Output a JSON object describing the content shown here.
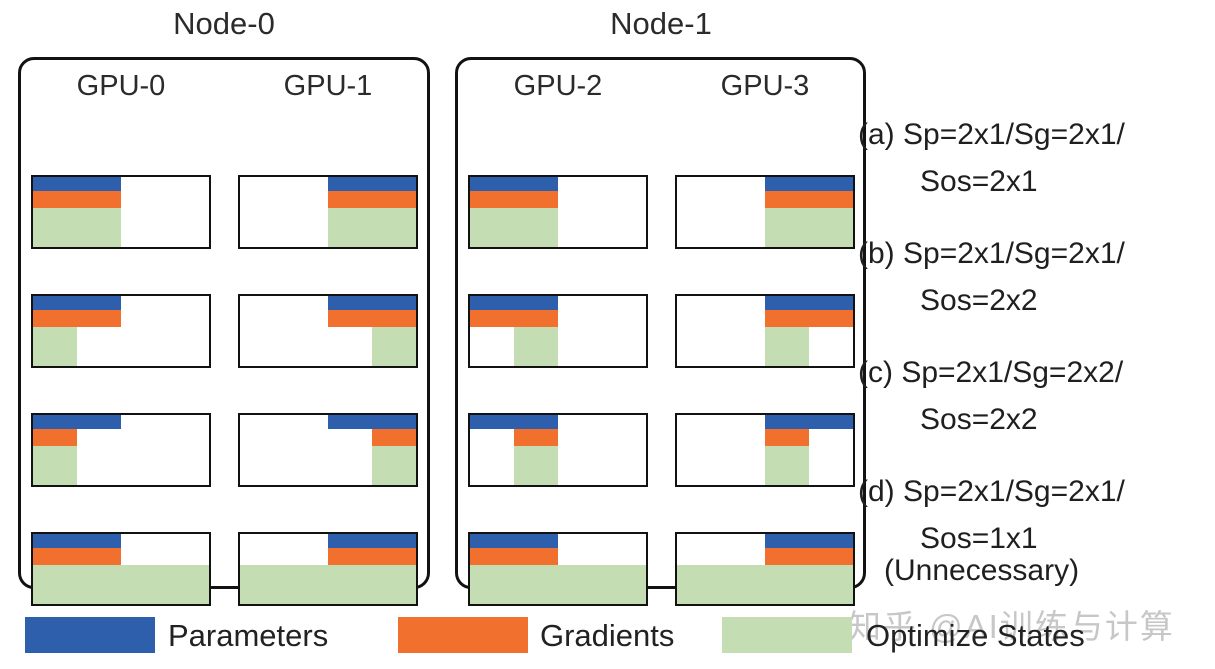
{
  "nodes": [
    {
      "title": "Node-0",
      "gpus": [
        "GPU-0",
        "GPU-1"
      ]
    },
    {
      "title": "Node-1",
      "gpus": [
        "GPU-2",
        "GPU-3"
      ]
    }
  ],
  "configs": [
    {
      "line1": "(a) Sp=2x1/Sg=2x1/",
      "line2": "Sos=2x1",
      "note": ""
    },
    {
      "line1": "(b) Sp=2x1/Sg=2x1/",
      "line2": "Sos=2x2",
      "note": ""
    },
    {
      "line1": "(c) Sp=2x1/Sg=2x2/",
      "line2": "Sos=2x2",
      "note": ""
    },
    {
      "line1": "(d) Sp=2x1/Sg=2x1/",
      "line2": "Sos=1x1",
      "note": "(Unnecessary)"
    }
  ],
  "legend": [
    {
      "label": "Parameters",
      "color_key": "parameters"
    },
    {
      "label": "Gradients",
      "color_key": "gradients"
    },
    {
      "label": "Optimize States",
      "color_key": "optimizer_states"
    }
  ],
  "colors": {
    "parameters": "#2E5FAC",
    "gradients": "#F2702E",
    "optimizer_states": "#C5DDB2",
    "border": "#121212"
  },
  "watermark": "知乎 @AI训练与计算",
  "memory_grid": {
    "description": "Per config row (a-d), per GPU 0-3: horizontal span (left%, width%) of each memory bar inside the GPU memory box. Vertical stack: parameters top 0% h 20%, gradients top 20% h 24%, optimizer states top 44% h 56%.",
    "bar_vertical": {
      "parameters": [
        0,
        20
      ],
      "gradients": [
        20,
        24
      ],
      "optimizer_states": [
        44,
        56
      ]
    },
    "rows": [
      {
        "id": "a",
        "gpus": [
          {
            "bars": [
              {
                "k": "parameters",
                "l": 0,
                "w": 50
              },
              {
                "k": "gradients",
                "l": 0,
                "w": 50
              },
              {
                "k": "optimizer_states",
                "l": 0,
                "w": 50
              }
            ]
          },
          {
            "bars": [
              {
                "k": "parameters",
                "l": 50,
                "w": 50
              },
              {
                "k": "gradients",
                "l": 50,
                "w": 50
              },
              {
                "k": "optimizer_states",
                "l": 50,
                "w": 50
              }
            ]
          },
          {
            "bars": [
              {
                "k": "parameters",
                "l": 0,
                "w": 50
              },
              {
                "k": "gradients",
                "l": 0,
                "w": 50
              },
              {
                "k": "optimizer_states",
                "l": 0,
                "w": 50
              }
            ]
          },
          {
            "bars": [
              {
                "k": "parameters",
                "l": 50,
                "w": 50
              },
              {
                "k": "gradients",
                "l": 50,
                "w": 50
              },
              {
                "k": "optimizer_states",
                "l": 50,
                "w": 50
              }
            ]
          }
        ]
      },
      {
        "id": "b",
        "gpus": [
          {
            "bars": [
              {
                "k": "parameters",
                "l": 0,
                "w": 50
              },
              {
                "k": "gradients",
                "l": 0,
                "w": 50
              },
              {
                "k": "optimizer_states",
                "l": 0,
                "w": 25
              }
            ]
          },
          {
            "bars": [
              {
                "k": "parameters",
                "l": 50,
                "w": 50
              },
              {
                "k": "gradients",
                "l": 50,
                "w": 50
              },
              {
                "k": "optimizer_states",
                "l": 75,
                "w": 25
              }
            ]
          },
          {
            "bars": [
              {
                "k": "parameters",
                "l": 0,
                "w": 50
              },
              {
                "k": "gradients",
                "l": 0,
                "w": 50
              },
              {
                "k": "optimizer_states",
                "l": 25,
                "w": 25
              }
            ]
          },
          {
            "bars": [
              {
                "k": "parameters",
                "l": 50,
                "w": 50
              },
              {
                "k": "gradients",
                "l": 50,
                "w": 50
              },
              {
                "k": "optimizer_states",
                "l": 50,
                "w": 25
              }
            ]
          }
        ]
      },
      {
        "id": "c",
        "gpus": [
          {
            "bars": [
              {
                "k": "parameters",
                "l": 0,
                "w": 50
              },
              {
                "k": "gradients",
                "l": 0,
                "w": 25
              },
              {
                "k": "optimizer_states",
                "l": 0,
                "w": 25
              }
            ]
          },
          {
            "bars": [
              {
                "k": "parameters",
                "l": 50,
                "w": 50
              },
              {
                "k": "gradients",
                "l": 75,
                "w": 25
              },
              {
                "k": "optimizer_states",
                "l": 75,
                "w": 25
              }
            ]
          },
          {
            "bars": [
              {
                "k": "parameters",
                "l": 0,
                "w": 50
              },
              {
                "k": "gradients",
                "l": 25,
                "w": 25
              },
              {
                "k": "optimizer_states",
                "l": 25,
                "w": 25
              }
            ]
          },
          {
            "bars": [
              {
                "k": "parameters",
                "l": 50,
                "w": 50
              },
              {
                "k": "gradients",
                "l": 50,
                "w": 25
              },
              {
                "k": "optimizer_states",
                "l": 50,
                "w": 25
              }
            ]
          }
        ]
      },
      {
        "id": "d",
        "gpus": [
          {
            "bars": [
              {
                "k": "parameters",
                "l": 0,
                "w": 50
              },
              {
                "k": "gradients",
                "l": 0,
                "w": 50
              },
              {
                "k": "optimizer_states",
                "l": 0,
                "w": 100
              }
            ]
          },
          {
            "bars": [
              {
                "k": "parameters",
                "l": 50,
                "w": 50
              },
              {
                "k": "gradients",
                "l": 50,
                "w": 50
              },
              {
                "k": "optimizer_states",
                "l": 0,
                "w": 100
              }
            ]
          },
          {
            "bars": [
              {
                "k": "parameters",
                "l": 0,
                "w": 50
              },
              {
                "k": "gradients",
                "l": 0,
                "w": 50
              },
              {
                "k": "optimizer_states",
                "l": 0,
                "w": 100
              }
            ]
          },
          {
            "bars": [
              {
                "k": "parameters",
                "l": 50,
                "w": 50
              },
              {
                "k": "gradients",
                "l": 50,
                "w": 50
              },
              {
                "k": "optimizer_states",
                "l": 0,
                "w": 100
              }
            ]
          }
        ]
      }
    ]
  }
}
